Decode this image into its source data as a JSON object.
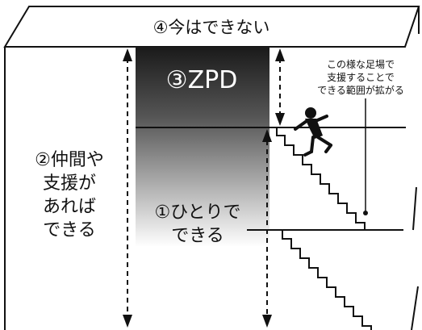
{
  "top_label": "④今はできない",
  "zpd_label": "③ZPD",
  "peer_support_label": [
    "②仲間や",
    "支援が",
    "あれば",
    "できる"
  ],
  "alone_label": [
    "①ひとりで",
    "できる"
  ],
  "annotation": [
    "この様な足場で",
    "支援することで",
    "できる範囲が拡がる"
  ],
  "colors": {
    "line": "#111111",
    "zpd_top": "#1a1a1a",
    "zpd_bottom": "#ffffff",
    "zpd_text": "#ffffff"
  }
}
